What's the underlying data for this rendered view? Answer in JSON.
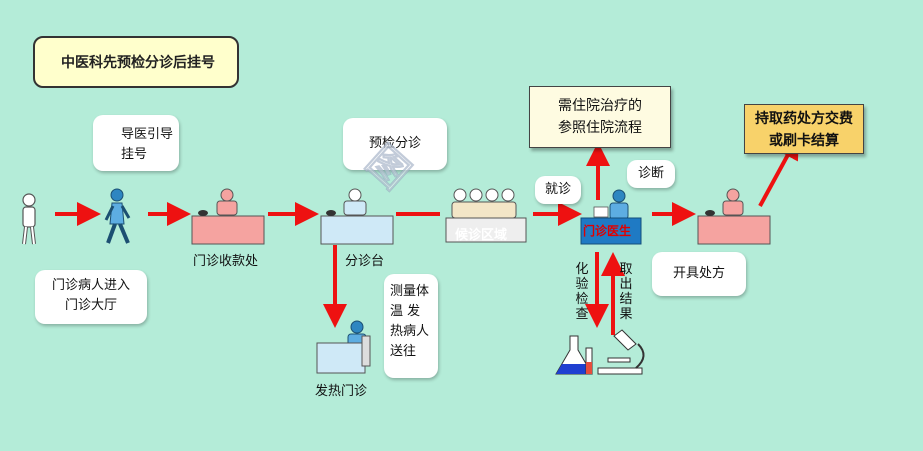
{
  "title": "中医科先预检分诊后挂号",
  "bubbles": {
    "guide": [
      "导医引导",
      "挂号"
    ],
    "entry": [
      "门诊病人进入",
      "门诊大厅"
    ],
    "triage": "预检分诊",
    "consult": "就诊",
    "diagnose": "诊断",
    "prescribe": "开具处方",
    "fever": [
      "测量体",
      "温 发",
      "热病人",
      "送往"
    ]
  },
  "labels": {
    "register_desk": "门诊收款处",
    "triage_desk": "分诊台",
    "waiting": "候诊区域",
    "fever_clinic": "发热门诊",
    "doctor": "门诊医生"
  },
  "vertical": {
    "lab_test": "化验检查",
    "get_results": "取出结果"
  },
  "boxes": {
    "inpatient": [
      "需住院治疗的",
      "参照住院流程"
    ],
    "pay": [
      "持取药处方交费",
      "或刷卡结算"
    ]
  },
  "watermark": "图",
  "colors": {
    "background": "#b4ecd8",
    "arrow": "#ee1111",
    "desk_pink": "#f5a3a0",
    "desk_blue": "#cfe9f7"
  }
}
